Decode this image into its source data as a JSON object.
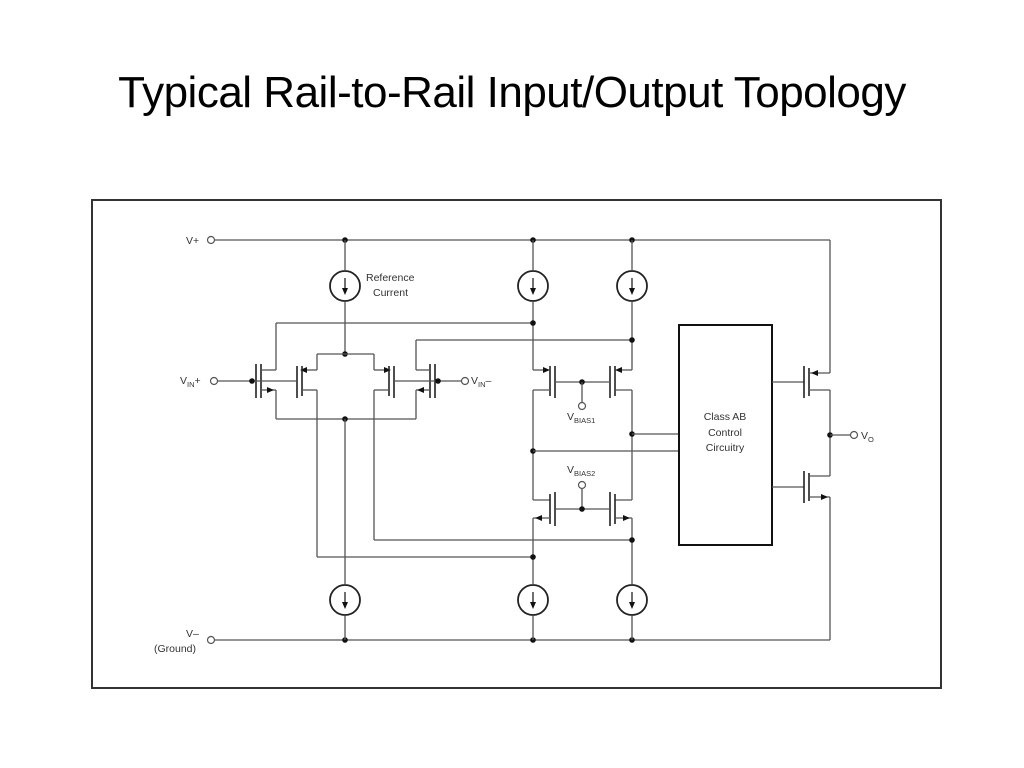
{
  "title": "Typical Rail-to-Rail Input/Output Topology",
  "diagram": {
    "labels": {
      "vplus": "V+",
      "vin_plus_main": "V",
      "vin_plus_sub": "IN",
      "vin_plus_sign": "+",
      "vin_minus_main": "V",
      "vin_minus_sub": "IN",
      "vin_minus_sign": "–",
      "vminus": "V–",
      "ground": "(Ground)",
      "reference_line1": "Reference",
      "reference_line2": "Current",
      "vbias1_main": "V",
      "vbias1_sub": "BIAS1",
      "vbias2_main": "V",
      "vbias2_sub": "BIAS2",
      "classab_line1": "Class AB",
      "classab_line2": "Control",
      "classab_line3": "Circuitry",
      "vo_main": "V",
      "vo_sub": "O"
    },
    "components": [
      "reference-current-source",
      "current-source-top-left",
      "current-source-top-right",
      "current-source-bottom-ref",
      "current-source-bottom-left",
      "current-source-bottom-right",
      "pmos-input-pair",
      "nmos-input-pair",
      "folded-cascode-pmos-pair",
      "folded-cascode-nmos-pair",
      "class-ab-control-block",
      "output-pmos",
      "output-nmos"
    ]
  }
}
